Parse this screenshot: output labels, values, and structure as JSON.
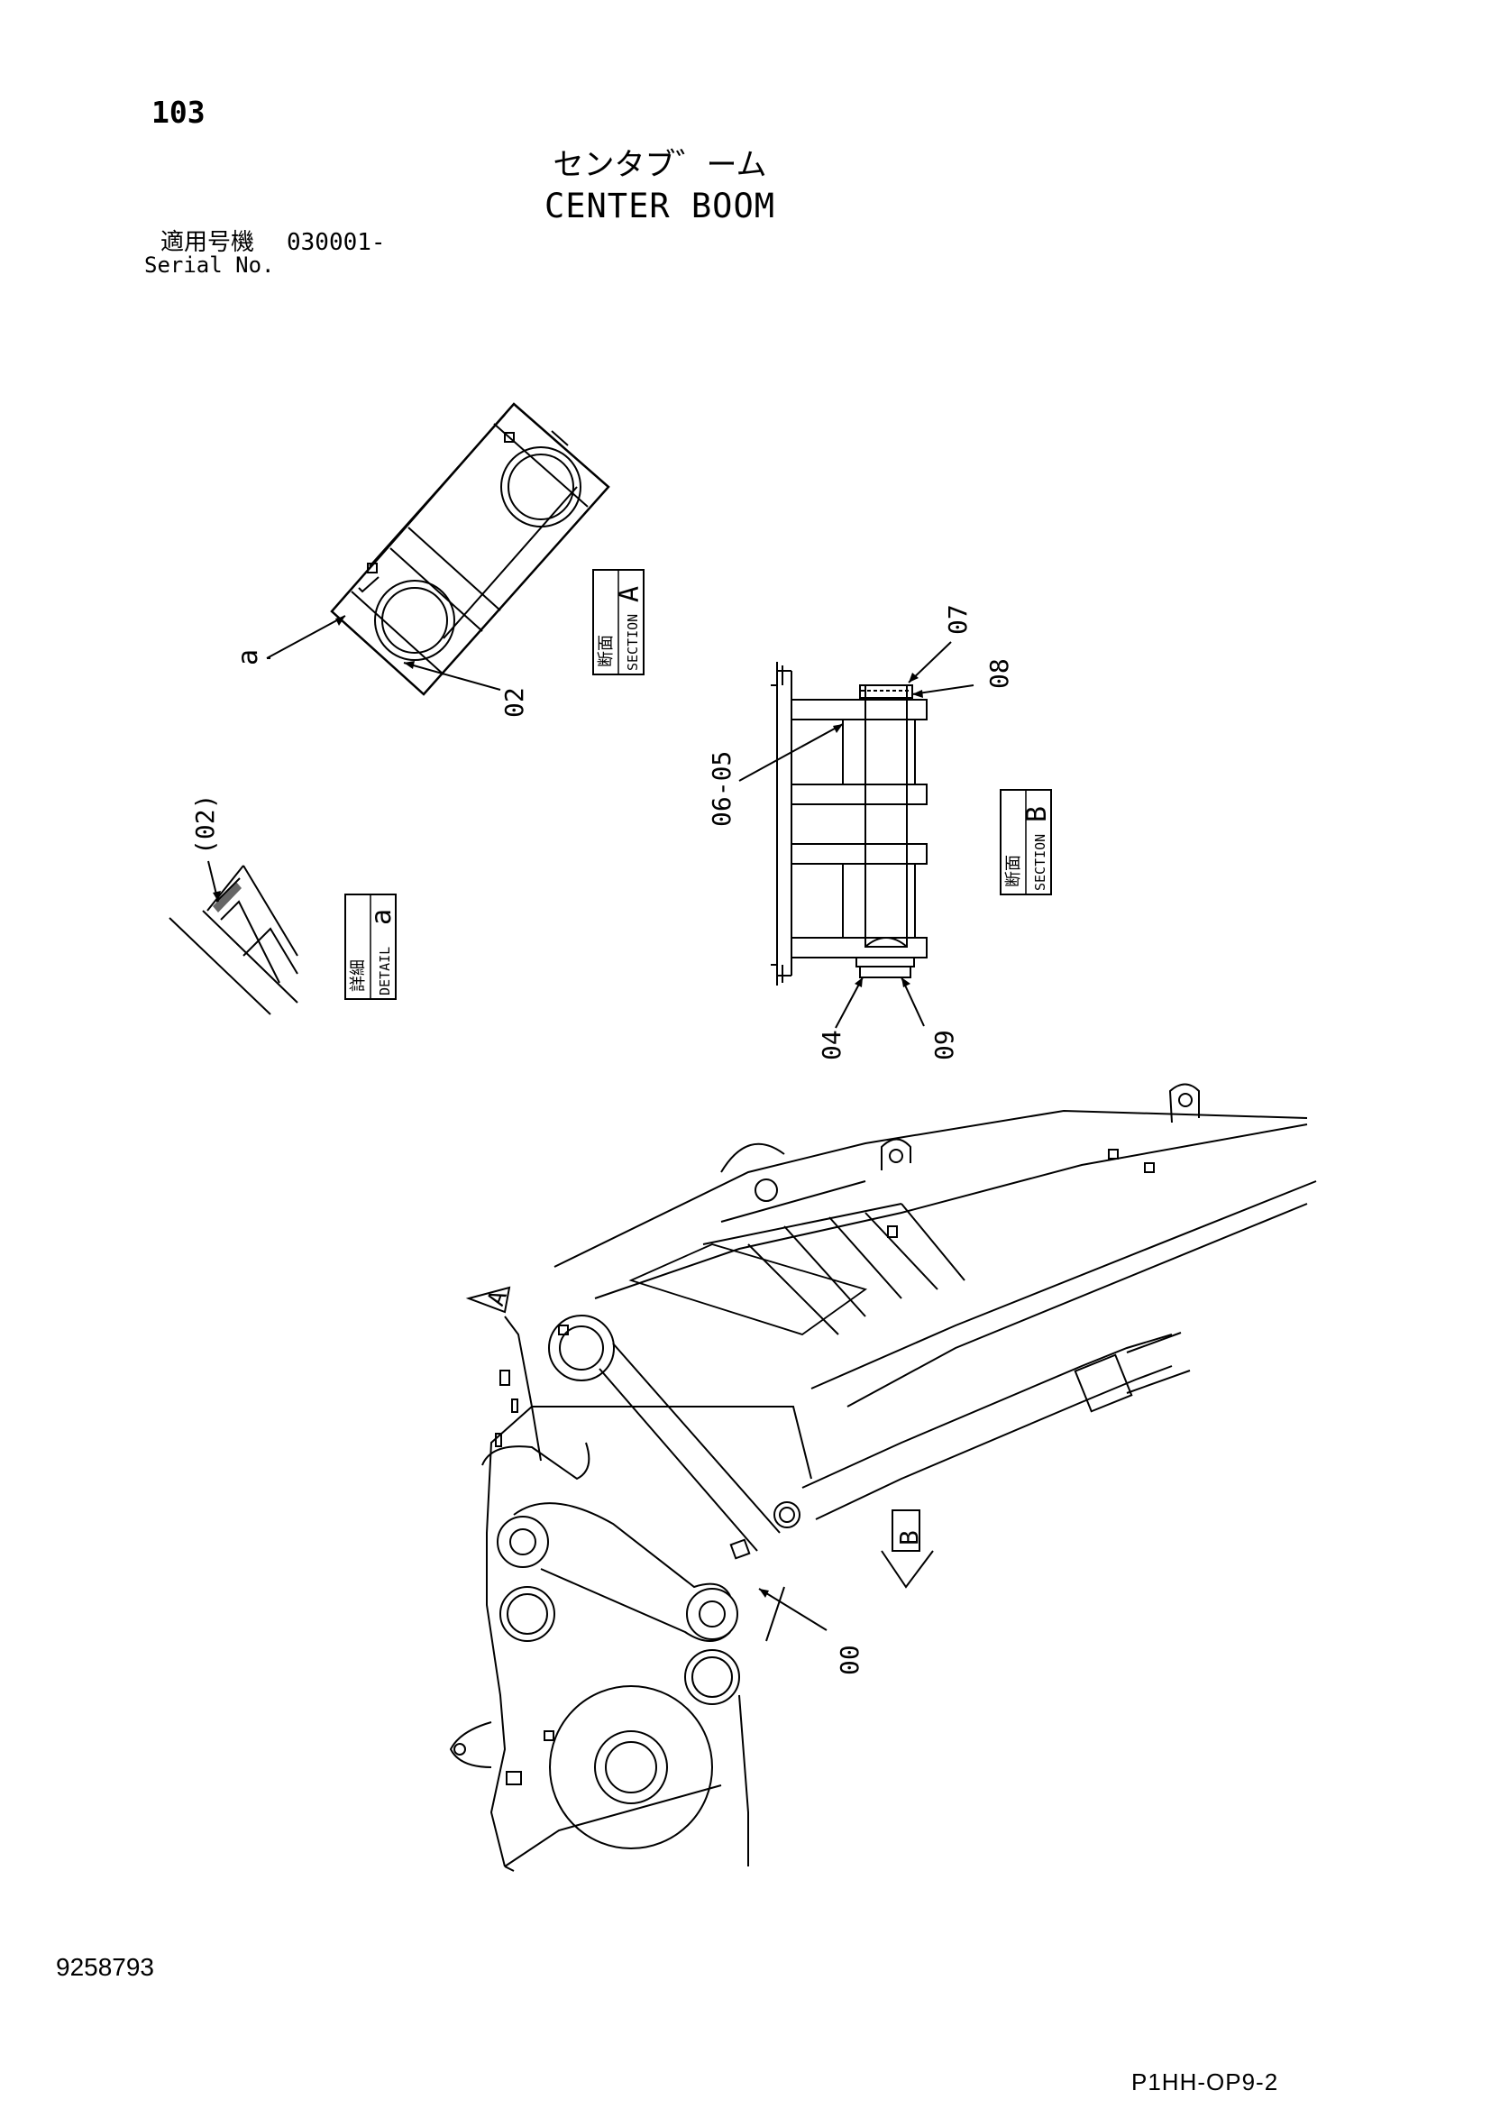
{
  "header": {
    "page_number": "103",
    "title_jp": "センタブ゛ーム",
    "title_en": "CENTER BOOM",
    "serial_label_jp": "適用号機",
    "serial_value": "030001-",
    "serial_label_en": "Serial No."
  },
  "callouts": {
    "a": "a",
    "p02": "02",
    "p02_paren": "(02)",
    "p07": "07",
    "p08": "08",
    "p06_05": "06-05",
    "p04": "04",
    "p09": "09",
    "p00": "00"
  },
  "section_a": {
    "jp": "断面",
    "en": "SECTION",
    "letter": "A"
  },
  "section_b": {
    "jp": "断面",
    "en": "SECTION",
    "letter": "B"
  },
  "detail_a": {
    "jp": "詳細",
    "en": "DETAIL",
    "letter": "a"
  },
  "view_arrows": {
    "a": "A",
    "b": "B"
  },
  "footer": {
    "doc_number": "9258793",
    "doc_code": "P1HH-OP9-2"
  }
}
